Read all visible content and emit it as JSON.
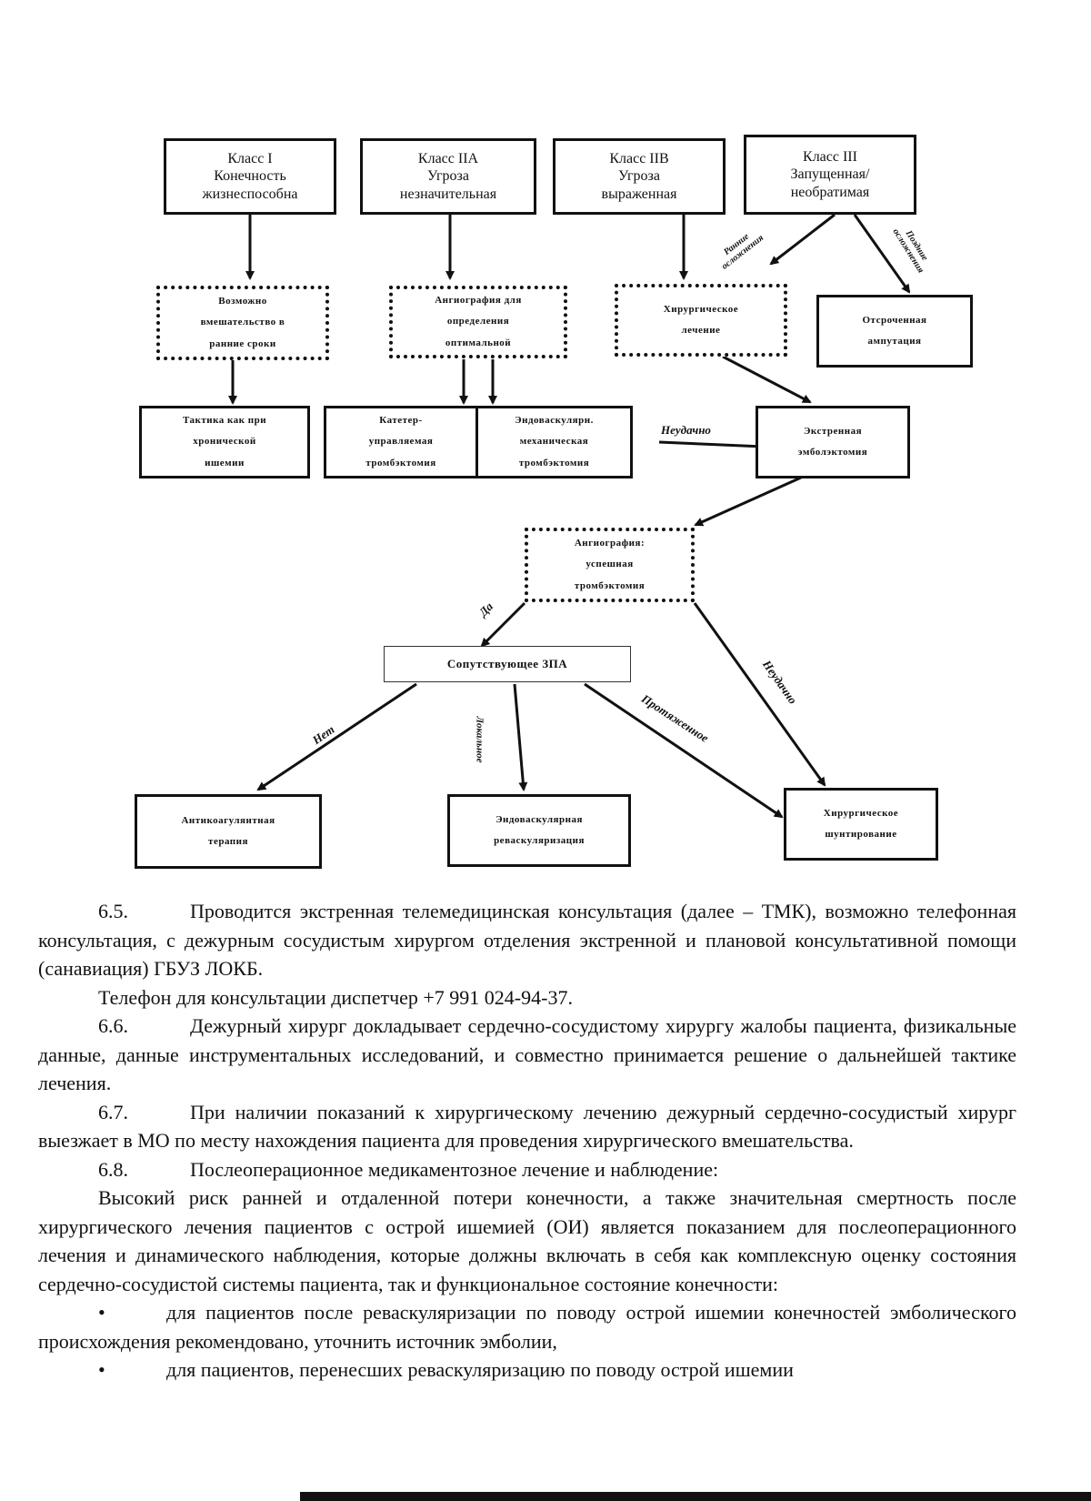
{
  "diagram": {
    "class1": "Класс I\nКонечность\nжизнеспособна",
    "class2a": "Класс IIА\nУгроза\nнезначительная",
    "class2b": "Класс IIВ\nУгроза\nвыраженная",
    "class3": "Класс III\nЗапущенная/\nнеобратимая",
    "possible": "Возможно\nвмешательство в\nранние сроки",
    "angio_opt": "Ангиография для\nопределения\nоптимальной",
    "surgical": "Хирургическое\nлечение",
    "amputation": "Отсроченная\nампутация",
    "tactics": "Тактика как при\nхронической\nишемии",
    "catheter": "Катетер-\nуправляемая\nтромбэктомия",
    "endovasc_mech": "Эндоваскулярн.\nмеханическая\nтромбэктомия",
    "emergency": "Экстренная\nэмболэктомия",
    "angio_success": "Ангиография:\nуспешная\nтромбэктомия",
    "concomitant": "Сопутствующее ЗПА",
    "anticoag": "Антикоагулянтная\nтерапия",
    "endovasc_revasc": "Эндоваскулярная\nреваскуляризация",
    "bypass": "Хирургическое\nшунтирование",
    "lbl_early": "Ранние\nосложнения",
    "lbl_late": "Поздние\nосложнения",
    "lbl_fail1": "Неудачно",
    "lbl_yes": "Да",
    "lbl_fail2": "Неудачно",
    "lbl_no": "Нет",
    "lbl_local": "Локальное",
    "lbl_extended": "Протяженное"
  },
  "text": {
    "p1_num": "6.5.",
    "p1": "Проводится экстренная телемедицинская консультация (далее – ТМК), возможно телефонная консультация, с дежурным сосудистым хирургом отделения экстренной и плановой консультативной помощи (санавиация) ГБУЗ ЛОКБ.",
    "p2": "Телефон для консультации диспетчер +7 991 024-94-37.",
    "p3_num": "6.6.",
    "p3": "Дежурный хирург докладывает сердечно-сосудистому хирургу жалобы пациента, физикальные данные, данные инструментальных исследований, и совместно принимается решение о дальнейшей тактике лечения.",
    "p4_num": "6.7.",
    "p4": "При наличии показаний к хирургическому лечению дежурный сердечно-сосудистый хирург выезжает в МО по месту нахождения пациента для проведения хирургического вмешательства.",
    "p5_num": "6.8.",
    "p5": "Послеоперационное медикаментозное лечение и наблюдение:",
    "p6": "Высокий риск ранней и отдаленной потери конечности, а также значительная смертность после хирургического лечения пациентов с острой ишемией (ОИ) является показанием для послеоперационного лечения и динамического наблюдения, которые должны включать в себя как комплексную оценку состояния сердечно-сосудистой системы пациента, так и функциональное состояние конечности:",
    "bullet": "•",
    "b1": "для пациентов после реваскуляризации по поводу острой ишемии конечностей эмболического происхождения рекомендовано, уточнить источник эмболии,",
    "b2": "для пациентов, перенесших реваскуляризацию по поводу острой ишемии"
  }
}
